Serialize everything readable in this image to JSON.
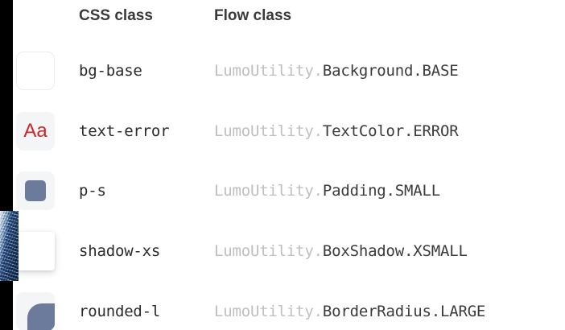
{
  "table": {
    "headers": {
      "preview": "",
      "css_class": "CSS class",
      "flow_class": "Flow class"
    },
    "namespace": "LumoUtility.",
    "rows": [
      {
        "preview_name": "bg-base-preview",
        "css_class": "bg-base",
        "flow_namespace": "LumoUtility.",
        "flow_member": "Background.BASE"
      },
      {
        "preview_name": "text-error-preview",
        "preview_text": "Aa",
        "css_class": "text-error",
        "flow_namespace": "LumoUtility.",
        "flow_member": "TextColor.ERROR"
      },
      {
        "preview_name": "p-s-preview",
        "css_class": "p-s",
        "flow_namespace": "LumoUtility.",
        "flow_member": "Padding.SMALL"
      },
      {
        "preview_name": "shadow-xs-preview",
        "css_class": "shadow-xs",
        "flow_namespace": "LumoUtility.",
        "flow_member": "BoxShadow.XSMALL"
      },
      {
        "preview_name": "rounded-l-preview",
        "css_class": "rounded-l",
        "flow_namespace": "LumoUtility.",
        "flow_member": "BorderRadius.LARGE"
      }
    ]
  },
  "colors": {
    "page_background": "#ffffff",
    "gutter": "#000000",
    "error_text": "#cc2727",
    "slate_swatch": "#6c7a9b",
    "chip_background": "#f4f5f7",
    "namespace_text": "#bfbfbf",
    "body_text": "#3b3b3b"
  }
}
